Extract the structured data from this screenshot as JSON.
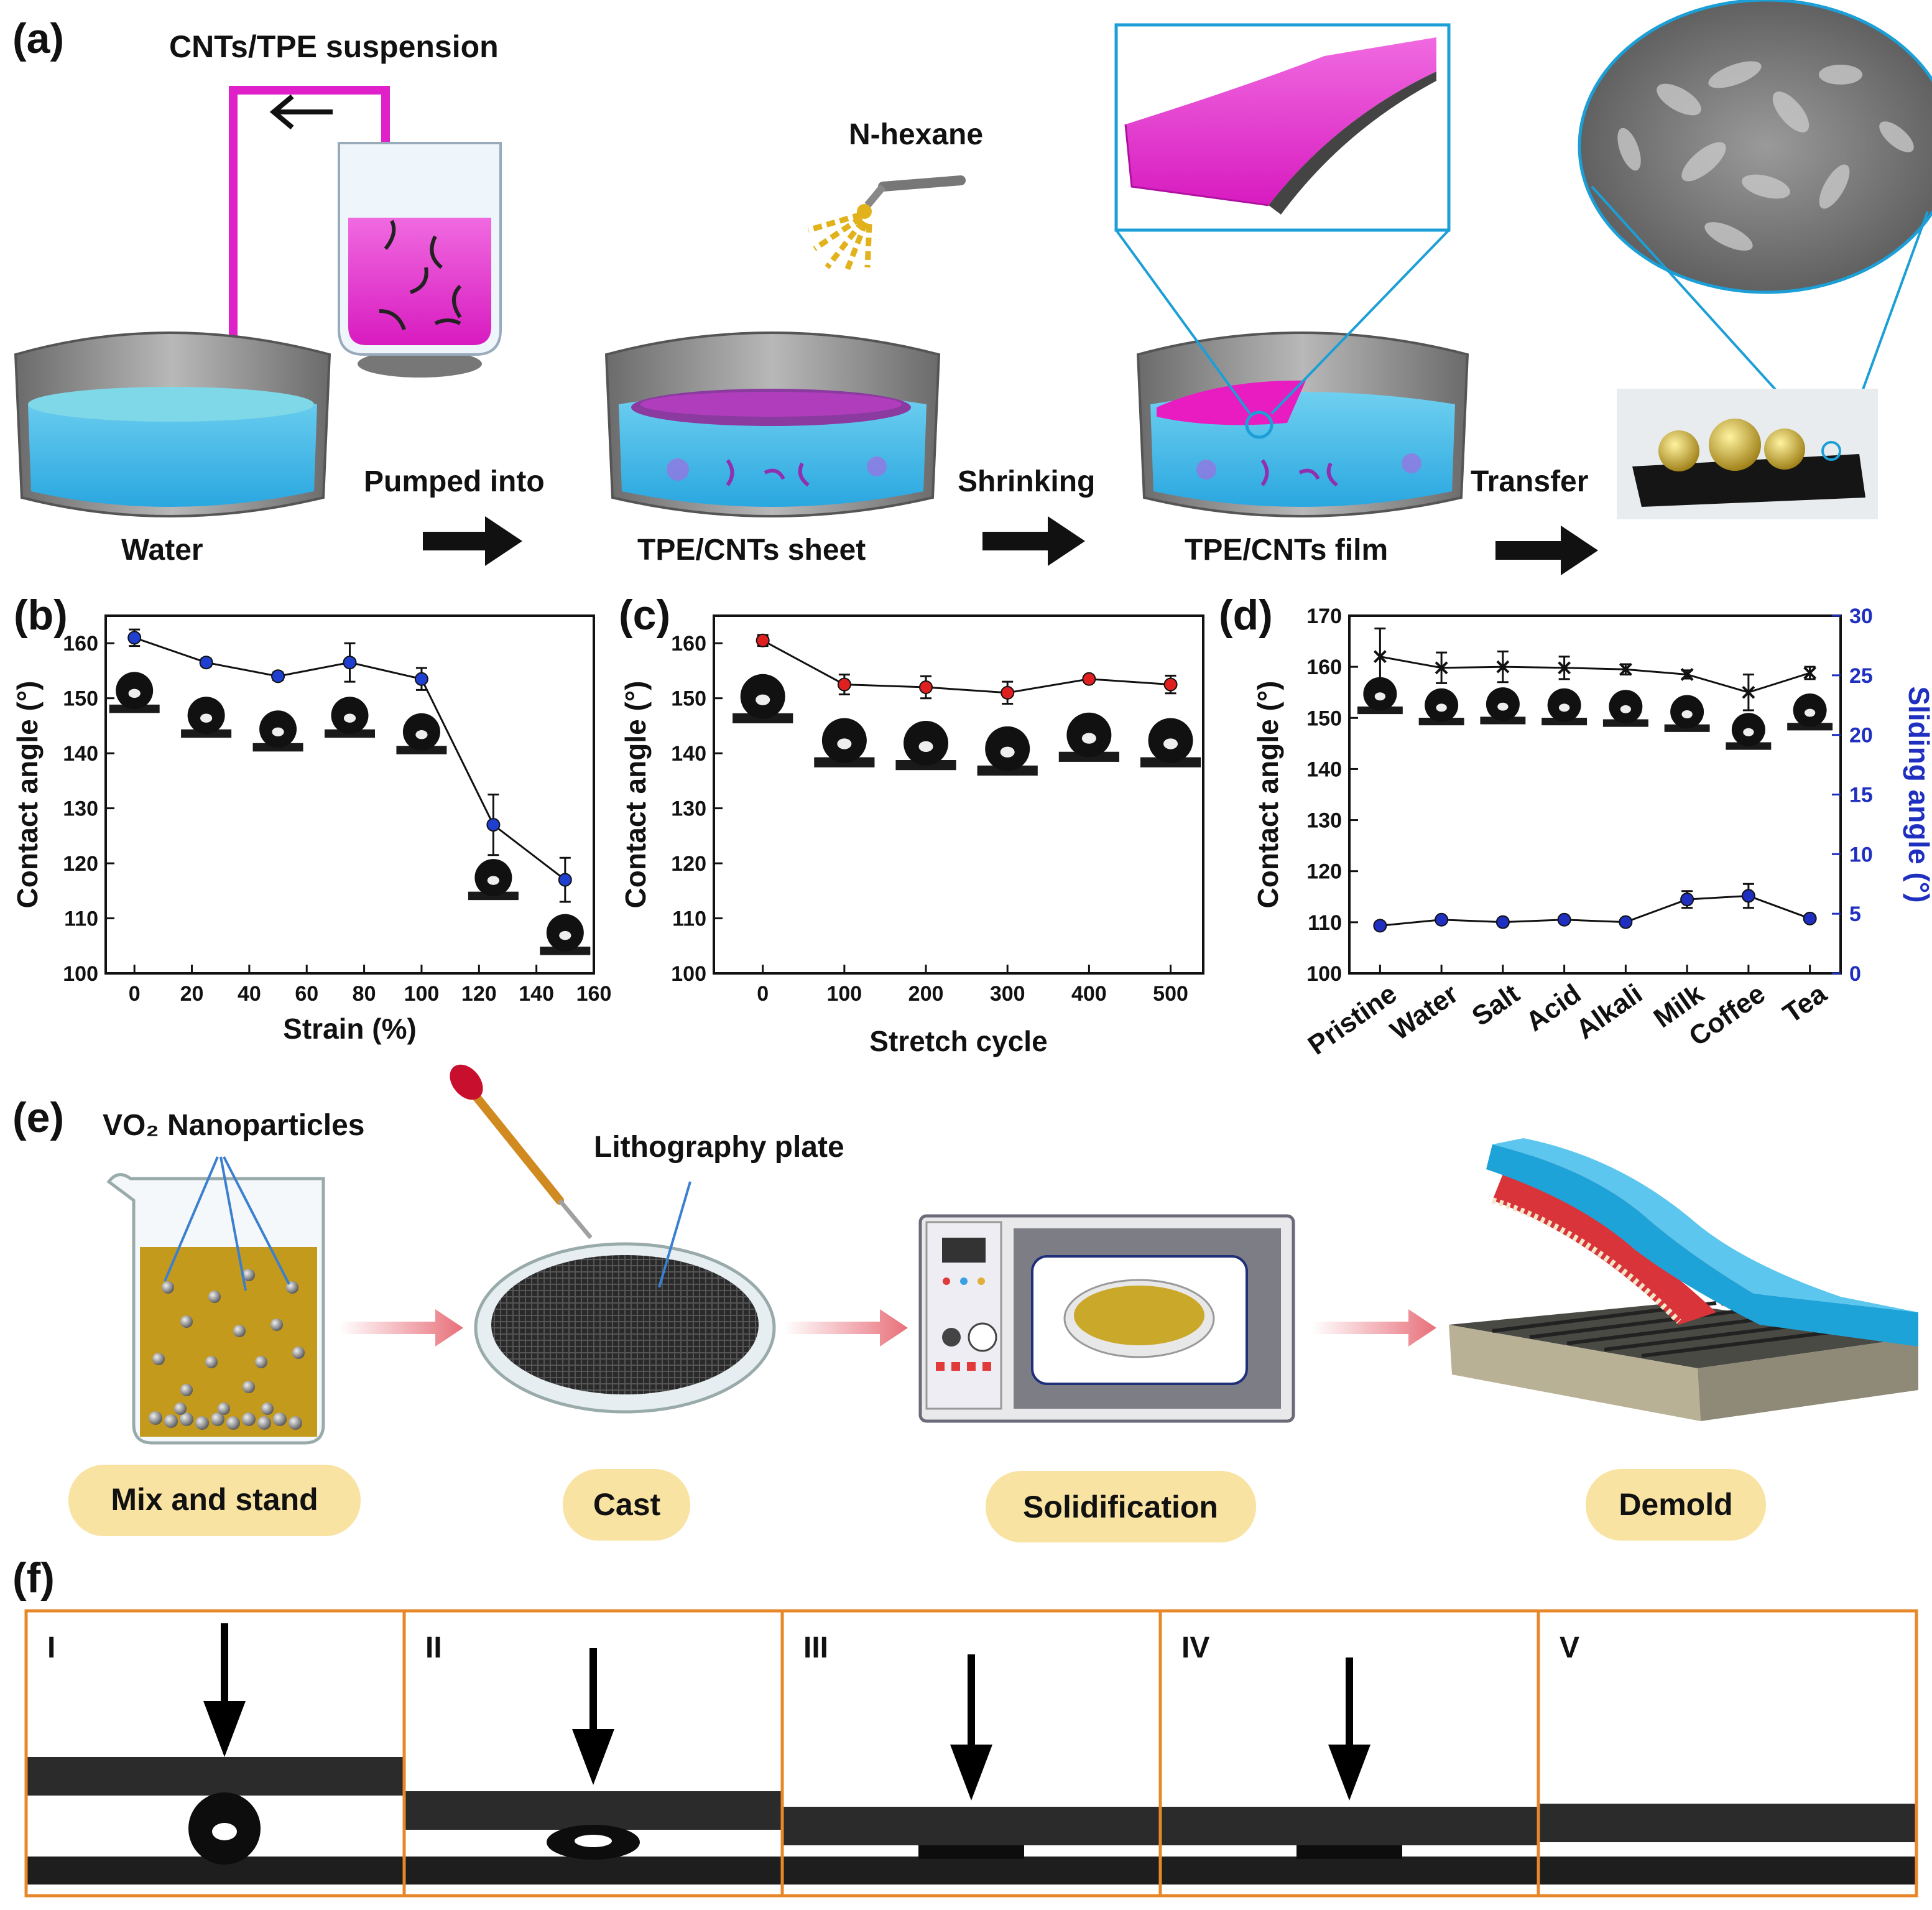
{
  "panels": {
    "a": "(a)",
    "b": "(b)",
    "c": "(c)",
    "d": "(d)",
    "e": "(e)",
    "f": "(f)"
  },
  "panel_a": {
    "suspension_label": "CNTs/TPE suspension",
    "hexane_label": "N-hexane",
    "water_label": "Water",
    "step1_label": "Pumped into",
    "sheet_label": "TPE/CNTs sheet",
    "step2_label": "Shrinking",
    "film_label": "TPE/CNTs film",
    "step3_label": "Transfer",
    "colors": {
      "magenta": "#e020c8",
      "water": "#3fb6e6",
      "inset_border": "#1b9fd6"
    }
  },
  "panel_e": {
    "np_label": "VO₂ Nanoparticles",
    "plate_label": "Lithography plate",
    "steps": [
      "Mix and stand",
      "Cast",
      "Solidification",
      "Demold"
    ],
    "colors": {
      "pill": "#f9e3a2",
      "liquid": "#c49a1c",
      "film": "#1ea3d9"
    }
  },
  "panel_f": {
    "frames": [
      "I",
      "II",
      "III",
      "IV",
      "V"
    ],
    "colors": {
      "border": "#e8872a"
    }
  },
  "chart_data": [
    {
      "id": "b",
      "type": "line",
      "xlabel": "Strain (%)",
      "ylabel": "Contact angle (°)",
      "xlim": [
        -10,
        160
      ],
      "ylim": [
        100,
        165
      ],
      "xticks": [
        0,
        20,
        40,
        60,
        80,
        100,
        120,
        140,
        160
      ],
      "yticks": [
        100,
        110,
        120,
        130,
        140,
        150,
        160
      ],
      "series": [
        {
          "color": "#1f3fd1",
          "x": [
            0,
            25,
            50,
            75,
            100,
            125,
            150
          ],
          "y": [
            161,
            156.5,
            154,
            156.5,
            153.5,
            127,
            117
          ],
          "err": [
            1.5,
            0.7,
            0.7,
            3.5,
            2,
            5.5,
            4
          ]
        }
      ]
    },
    {
      "id": "c",
      "type": "line",
      "xlabel": "Stretch cycle",
      "ylabel": "Contact angle (°)",
      "xlim": [
        -60,
        540
      ],
      "ylim": [
        100,
        165
      ],
      "xticks": [
        0,
        100,
        200,
        300,
        400,
        500
      ],
      "yticks": [
        100,
        110,
        120,
        130,
        140,
        150,
        160
      ],
      "series": [
        {
          "color": "#e02020",
          "x": [
            0,
            100,
            200,
            300,
            400,
            500
          ],
          "y": [
            160.5,
            152.5,
            152,
            151,
            153.5,
            152.5
          ],
          "err": [
            1,
            1.8,
            2,
            2,
            0.6,
            1.6
          ]
        }
      ]
    },
    {
      "id": "d",
      "type": "line",
      "ylabel": "Contact angle (°)",
      "y2label": "Sliding angle (°)",
      "categories": [
        "Pristine",
        "Water",
        "Salt",
        "Acid",
        "Alkali",
        "Milk",
        "Coffee",
        "Tea"
      ],
      "ylim": [
        100,
        170
      ],
      "y2lim": [
        0,
        30
      ],
      "yticks": [
        100,
        110,
        120,
        130,
        140,
        150,
        160,
        170
      ],
      "y2ticks": [
        0,
        5,
        10,
        15,
        20,
        25,
        30
      ],
      "series": [
        {
          "axis": "left",
          "color": "#222222",
          "y": [
            162,
            159.8,
            160,
            159.8,
            159.5,
            158.5,
            155,
            158.8
          ],
          "err": [
            5.5,
            3,
            3,
            2.2,
            1,
            0.8,
            3.5,
            1.2
          ]
        },
        {
          "axis": "right",
          "color": "#1f2fbf",
          "y": [
            4,
            4.5,
            4.3,
            4.5,
            4.3,
            6.2,
            6.5,
            4.6
          ],
          "err": [
            0.2,
            0.2,
            0.2,
            0.2,
            0.2,
            0.7,
            1,
            0.2
          ]
        }
      ]
    }
  ]
}
